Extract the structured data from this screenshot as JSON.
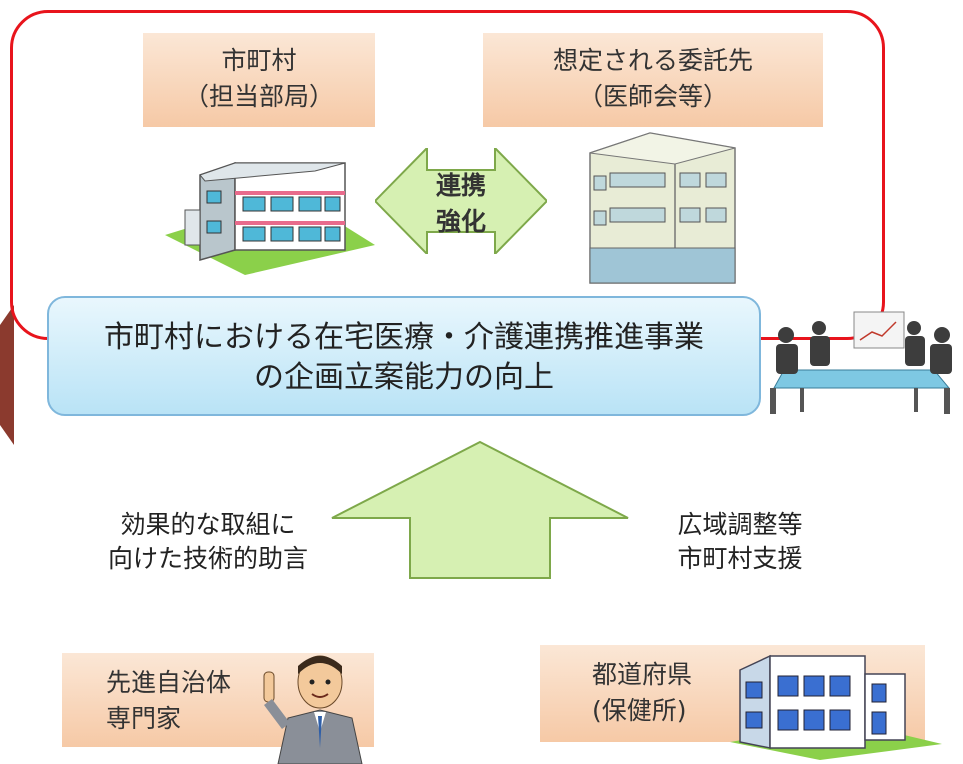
{
  "top_section": {
    "municipality": {
      "line1": "市町村",
      "line2": "（担当部局）"
    },
    "contractor": {
      "line1": "想定される委託先",
      "line2": "（医師会等）"
    },
    "link": {
      "line1": "連携",
      "line2": "強化"
    }
  },
  "goal": {
    "line1": "市町村における在宅医療・介護連携推進事業",
    "line2": "の企画立案能力の向上"
  },
  "support": {
    "left": {
      "line1": "効果的な取組に",
      "line2": "向けた技術的助言"
    },
    "right": {
      "line1": "広域調整等",
      "line2": "市町村支援"
    }
  },
  "bottom_section": {
    "experts": {
      "line1": "先進自治体",
      "line2": "専門家"
    },
    "prefecture": {
      "line1": "都道府県",
      "line2": "(保健所)"
    }
  },
  "colors": {
    "frame": "#e8141c",
    "arrow_fill": "#d6f0b2",
    "arrow_stroke": "#7ea84a",
    "side_arrow": "#8b3a2e"
  }
}
